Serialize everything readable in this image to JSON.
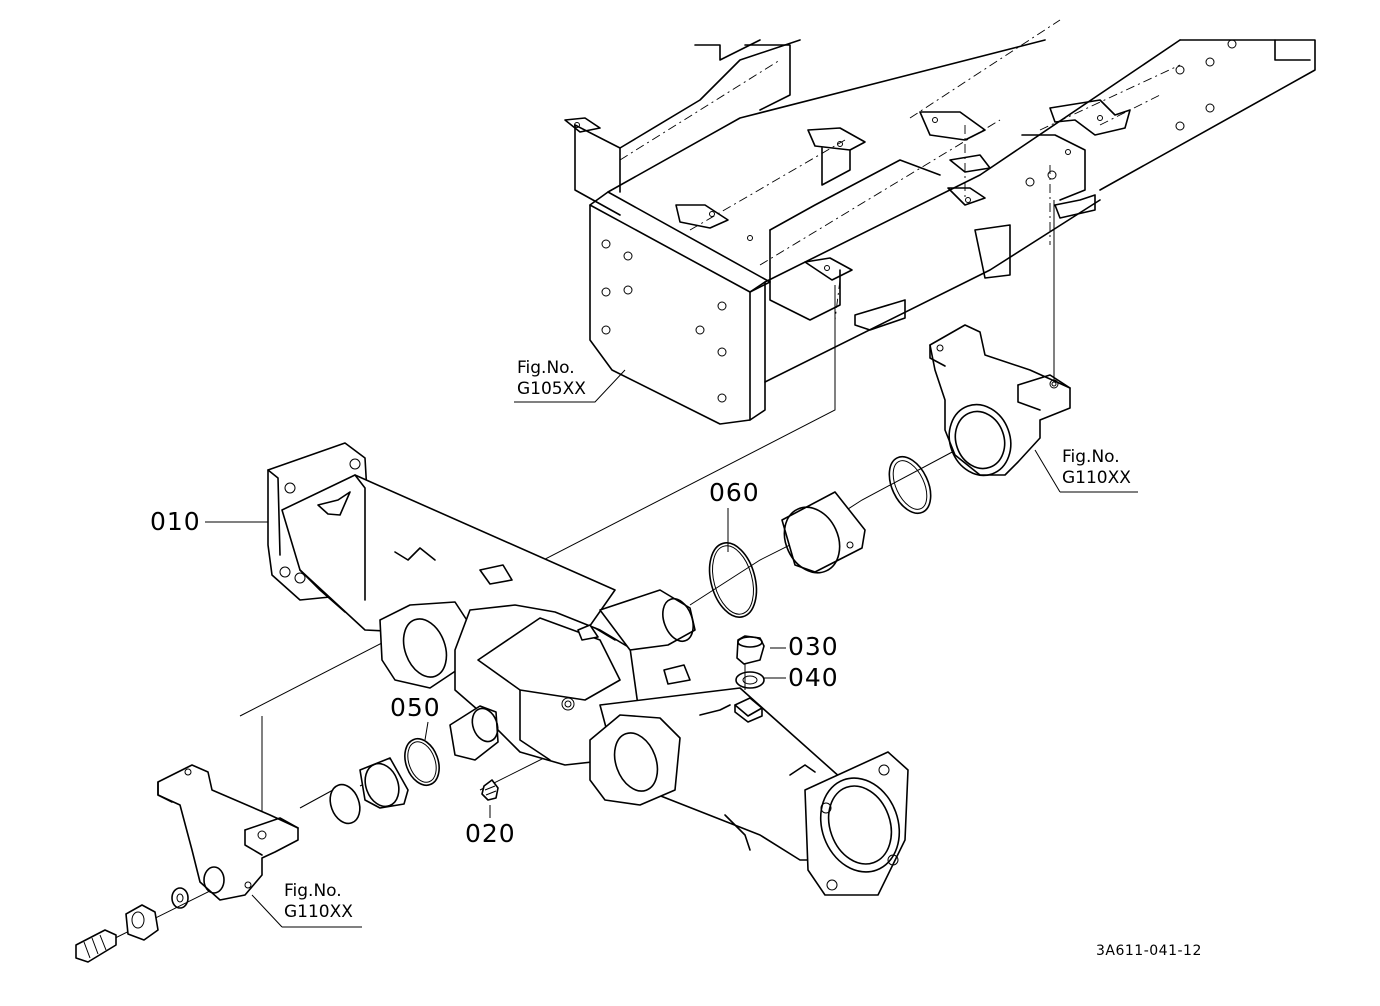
{
  "parts": {
    "p010": "010",
    "p020": "020",
    "p030": "030",
    "p040": "040",
    "p050": "050",
    "p060": "060"
  },
  "figure_refs": {
    "frame": {
      "label": "Fig.No.",
      "number": "G105XX"
    },
    "right_bracket": {
      "label": "Fig.No.",
      "number": "G110XX"
    },
    "left_bracket": {
      "label": "Fig.No.",
      "number": "G110XX"
    }
  },
  "drawing_code": "3A611-041-12",
  "colors": {
    "ink": "#000000",
    "paper": "#ffffff"
  }
}
